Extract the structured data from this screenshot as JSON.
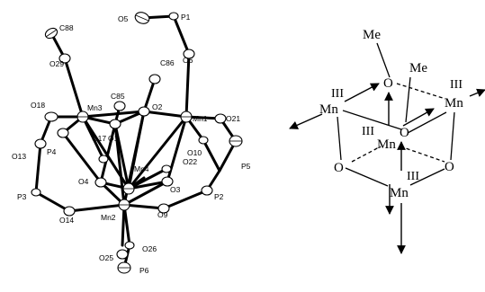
{
  "crystal_structure": {
    "atom_labels": {
      "O5": "O5",
      "P1": "P1",
      "C88": "C88",
      "O6": "O6",
      "O29": "O29",
      "C86": "C86",
      "O18": "O18",
      "Mn3": "Mn3",
      "C85": "C85",
      "O2": "O2",
      "Mn1": "Mn1",
      "O21": "O21",
      "O17": "O17",
      "O1": "O1",
      "O13": "O13",
      "P4": "P4",
      "O10": "O10",
      "O22": "O22",
      "P5": "P5",
      "Mn4": "Mn4",
      "O4": "O4",
      "O3": "O3",
      "P3": "P3",
      "P2": "P2",
      "O14": "O14",
      "Mn2": "Mn2",
      "O9": "O9",
      "O26": "O26",
      "O25": "O25",
      "P6": "P6"
    }
  },
  "schematic": {
    "methyl_top": "Me",
    "methyl_second": "Me",
    "manganese": "Mn",
    "oxygen": "O",
    "oxidation_state": "III"
  }
}
